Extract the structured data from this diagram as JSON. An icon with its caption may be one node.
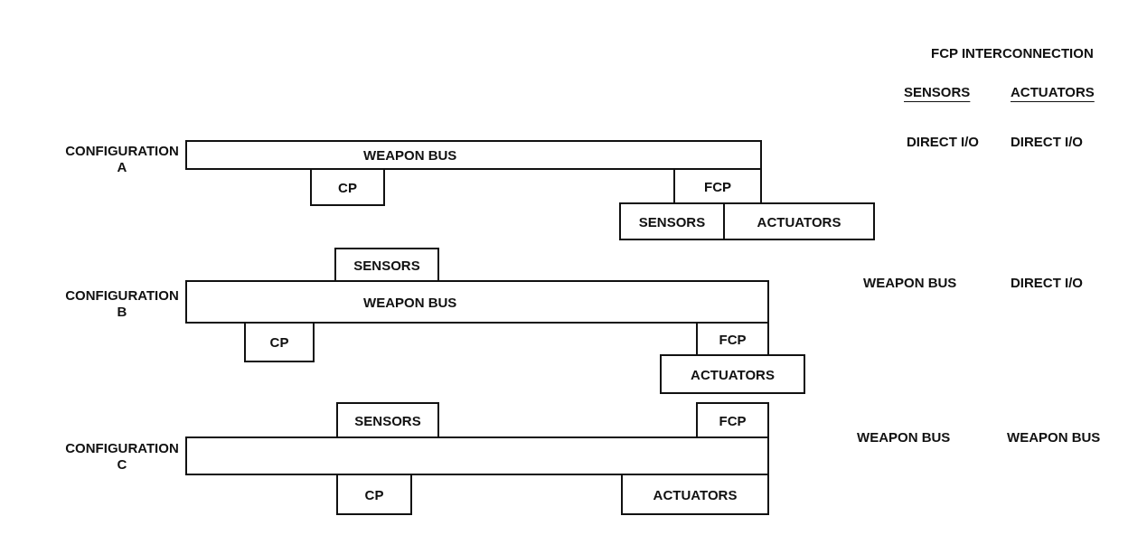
{
  "diagram": {
    "nodes": [
      {
        "text": [
          "WEAPON BUS"
        ],
        "beside": [
          "CONFIGURATION A"
        ]
      },
      {
        "text": [
          "CP"
        ]
      },
      {
        "text": [
          "FCP"
        ]
      },
      {
        "text": [
          "SENSORS"
        ]
      },
      {
        "text": [
          "ACTUATORS"
        ]
      },
      {
        "text": [
          "SENSORS"
        ]
      },
      {
        "text": [
          "WEAPON BUS"
        ],
        "beside": [
          "CONFIGURATION B"
        ]
      },
      {
        "text": [
          "CP"
        ]
      },
      {
        "text": [
          "FCP"
        ]
      },
      {
        "text": [
          "ACTUATORS"
        ]
      },
      {
        "text": [
          "SENSORS"
        ]
      },
      {
        "text": [
          "FCP"
        ]
      },
      {
        "text": [],
        "shape": "bar",
        "beside": [
          "CONFIGURATION C"
        ]
      },
      {
        "text": [
          "CP"
        ]
      },
      {
        "text": [
          "ACTUATORS"
        ]
      }
    ],
    "labels": [
      "FCP INTERCONNECTION",
      "SENSORS",
      "ACTUATORS",
      "DIRECT I/O",
      "DIRECT I/O",
      "WEAPON BUS",
      "DIRECT I/O",
      "WEAPON BUS",
      "WEAPON BUS"
    ]
  }
}
